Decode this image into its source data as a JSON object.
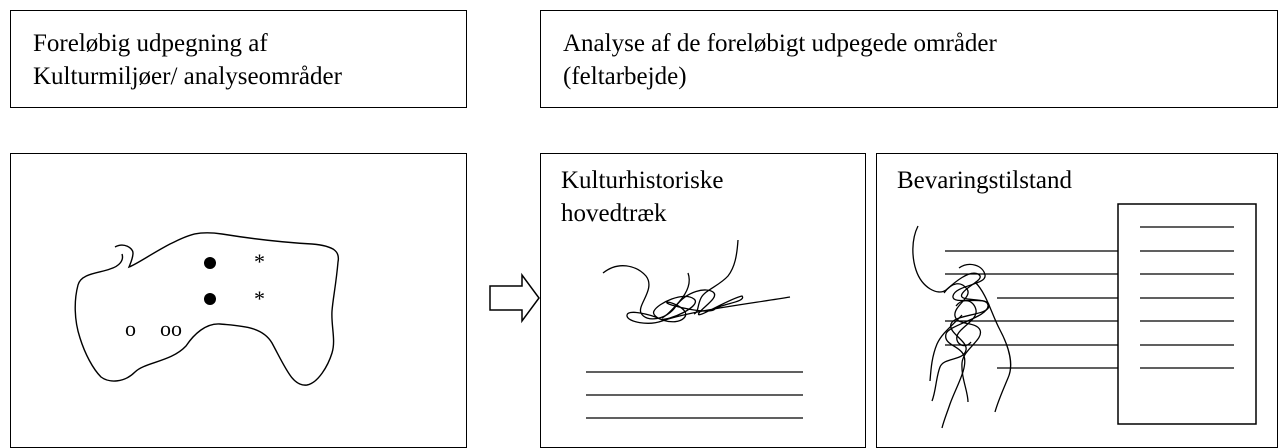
{
  "top_left_box": {
    "lines": [
      "Foreløbig udpegning af",
      "Kulturmiljøer/ analyseområder"
    ]
  },
  "top_right_box": {
    "lines": [
      "Analyse af de foreløbigt udpegede områder",
      "(feltarbejde)"
    ]
  },
  "map_box": {
    "markers": {
      "star": "*",
      "small_o": "o",
      "double_o": "oo"
    }
  },
  "history_box": {
    "lines": [
      "Kulturhistoriske",
      "hovedtræk"
    ]
  },
  "condition_box": {
    "title": "Bevaringstilstand"
  }
}
